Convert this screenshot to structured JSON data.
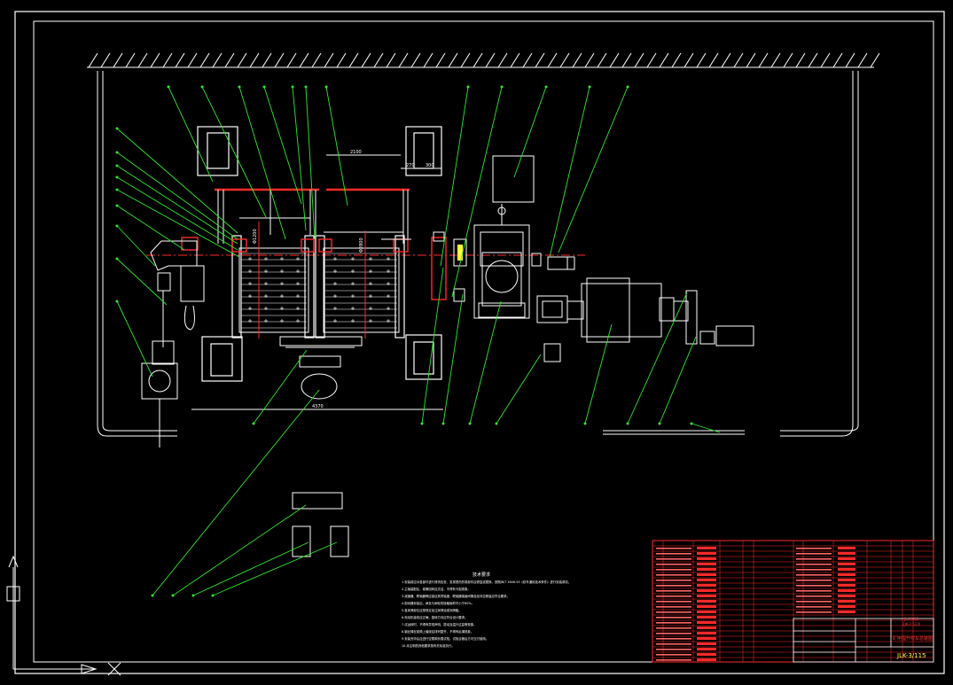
{
  "drawing": {
    "background": "#000000",
    "line_color": "#ffffff",
    "leader_color": "#2ee82e",
    "accent_color": "#ff2a2a",
    "cyan_color": "#00e5ff",
    "yellow_color": "#ffff33"
  },
  "dimensions": {
    "top_dim": "2100",
    "dim_left_small": "270",
    "dim_right_small": "300",
    "dim_overall": "4370",
    "vertical_dim_1": "Φ1200",
    "vertical_dim_2": "Φ2800"
  },
  "notes": {
    "title": "技术要求",
    "lines": [
      "1.安装前应对各部件进行清洗检查，发现损伤的零部件应修复或更换，按照JB/T 1646-93《绞车通用技术条件》进行安装调试。",
      "2.主轴装配后，卷筒回转应灵活，不得有卡阻现象。",
      "3.减速器、联轴器等应保证其同轴度，联轴器端面间隙及径向位移量应符合要求。",
      "4.制动器安装后，闸瓦与闸轮的接触面积不小于80%。",
      "5.各润滑部位应按规定加注润滑油或润滑脂。",
      "6.电动机接线应正确，旋转方向应符合设计要求。",
      "7.试运转时，不得有异常声响、振动及温升过高等现象。",
      "8.钢丝绳在卷筒上缠绕应排列整齐，不得有乱绳现象。",
      "9.安装完毕后应进行空载和负载试验，试验合格后方可交付使用。",
      "10.未注明的其他要求按有关标准执行。"
    ]
  },
  "title_block": {
    "drawing_no": "JLK-3/115",
    "drawing_name": "矿用提升绞车总装图",
    "top_right_code_1": "JLK-3-00",
    "top_right_code_2": "2JK-2.5/20"
  }
}
